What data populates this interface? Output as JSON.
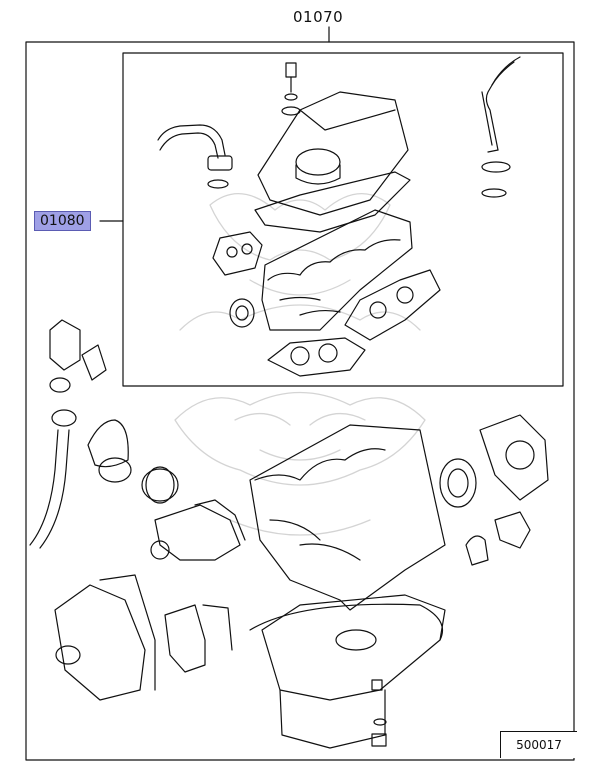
{
  "diagram": {
    "assembly_part_no": "01070",
    "subassembly_part_no": "01080",
    "diagram_id": "500017"
  },
  "colors": {
    "highlight_fill": "#9fa0e6",
    "highlight_border": "#5b5cb3",
    "line": "#111111",
    "watermark": "#cfcfcf"
  }
}
